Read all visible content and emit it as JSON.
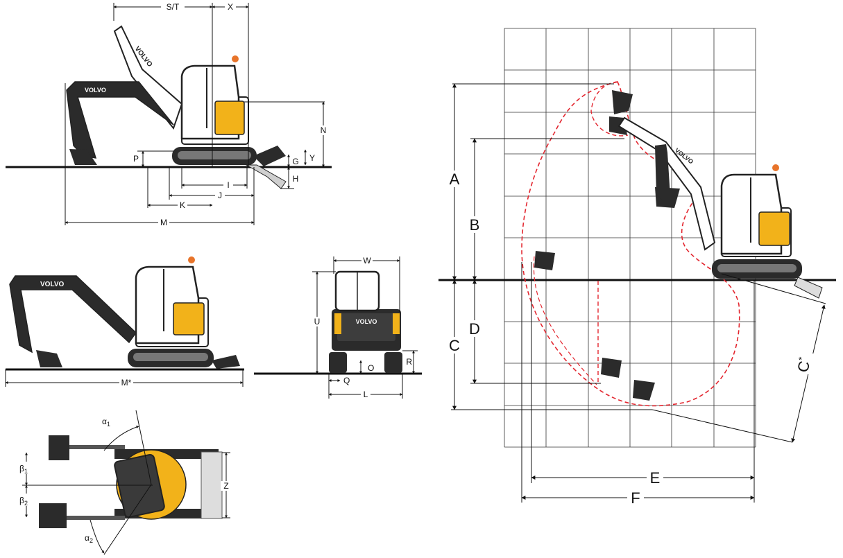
{
  "colors": {
    "accent_yellow": "#f2b21a",
    "body_dark": "#2b2b2b",
    "grid": "#333333",
    "envelope_dashed": "#e3262f",
    "beacon": "#e8742a"
  },
  "side_view": {
    "brand": "VOLVO",
    "dims": {
      "st": "S/T",
      "x": "X",
      "n": "N",
      "p": "P",
      "g": "G",
      "y": "Y",
      "h": "H",
      "i": "I",
      "j": "J",
      "k": "K",
      "m": "M"
    }
  },
  "side_view_2": {
    "brand": "VOLVO",
    "dims": {
      "m_star": "M*"
    }
  },
  "rear_view": {
    "brand": "VOLVO",
    "dims": {
      "w": "W",
      "u": "U",
      "r": "R",
      "o": "O",
      "q": "Q",
      "l": "L"
    }
  },
  "top_view": {
    "dims": {
      "alpha1": "α",
      "alpha1_sub": "1",
      "alpha2": "α",
      "alpha2_sub": "2",
      "beta1": "β",
      "beta1_sub": "1",
      "beta2": "β",
      "beta2_sub": "2",
      "z": "Z"
    }
  },
  "working_range": {
    "brand": "VOLVO",
    "dims": {
      "a": "A",
      "b": "B",
      "c": "C",
      "d": "D",
      "c_star": "C",
      "c_star_sup": "*",
      "e": "E",
      "f": "F"
    }
  },
  "icons": [
    "excavator-side-icon",
    "excavator-rear-icon",
    "excavator-top-icon",
    "bucket-icon",
    "beacon-icon"
  ]
}
